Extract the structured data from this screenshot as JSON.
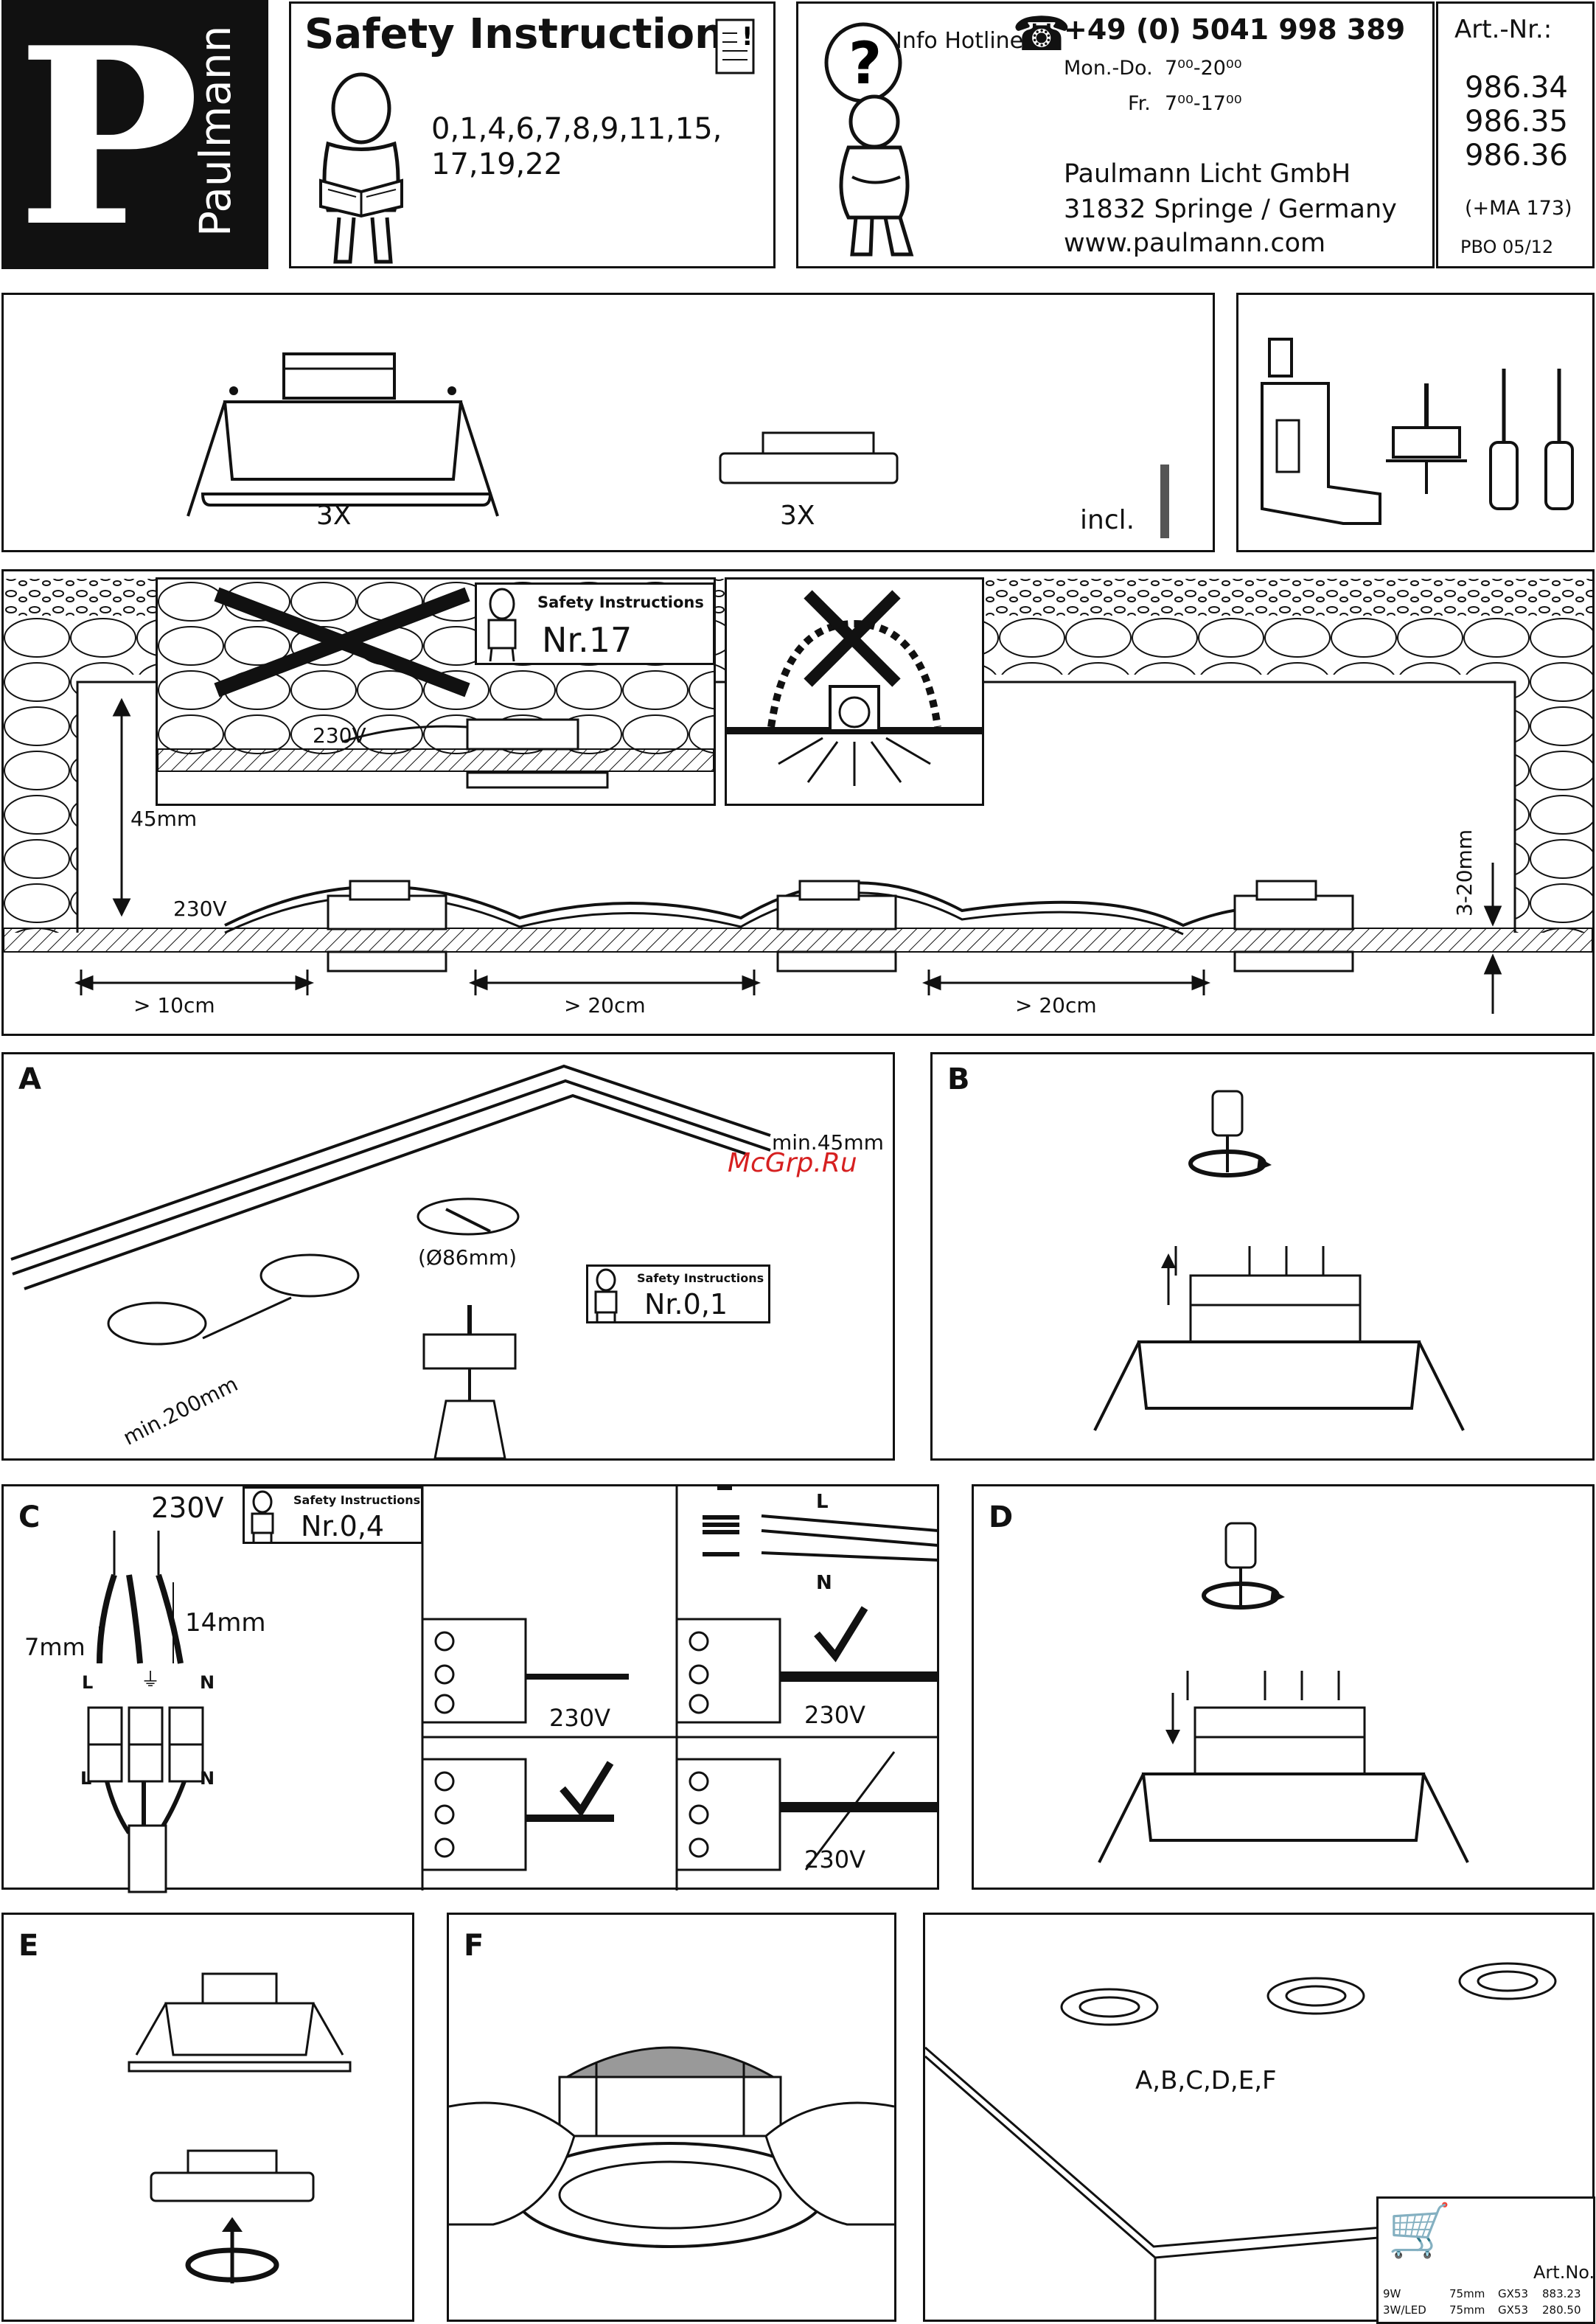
{
  "brand": {
    "logo_letter": "P",
    "name": "Paulmann"
  },
  "safety_header": {
    "title": "Safety Instructions",
    "numbers_line1": "0,1,4,6,7,8,9,11,15,",
    "numbers_line2": "17,19,22"
  },
  "hotline": {
    "label": "Info Hotline",
    "phone": "+49 (0) 5041 998 389",
    "hours_weekday_label": "Mon.-Do.",
    "hours_weekday": "7⁰⁰-20⁰⁰",
    "hours_friday_label": "Fr.",
    "hours_friday": "7⁰⁰-17⁰⁰",
    "company": "Paulmann Licht GmbH",
    "address": "31832 Springe / Germany",
    "website": "www.paulmann.com"
  },
  "article": {
    "label": "Art.-Nr.:",
    "numbers": [
      "986.34",
      "986.35",
      "986.36"
    ],
    "note": "(+MA 173)",
    "code": "PBO  05/12"
  },
  "contents": {
    "qty_luminaire": "3X",
    "qty_driver": "3X",
    "incl_label": "incl."
  },
  "installation": {
    "safety_title": "Safety Instructions",
    "safety_nr": "Nr.17",
    "voltage": "230V",
    "height_label": "45mm",
    "depth_label": "3-20mm",
    "dist_edge": "> 10cm",
    "dist_between_1": "> 20cm",
    "dist_between_2": "> 20cm"
  },
  "step_a": {
    "letter": "A",
    "min_depth": "min.45mm",
    "watermark": "McGrp.Ru",
    "hole_diameter": "(Ø86mm)",
    "min_spacing": "min.200mm",
    "safety_title": "Safety Instructions",
    "safety_nr": "Nr.0,1"
  },
  "step_b": {
    "letter": "B"
  },
  "step_c": {
    "letter": "C",
    "voltage": "230V",
    "safety_title": "Safety Instructions",
    "safety_nr": "Nr.0,4",
    "strip_length": "14mm",
    "strip_end": "7mm",
    "terminal_l": "L",
    "terminal_n": "N",
    "terminal_l2": "L",
    "terminal_n2": "N",
    "wire_l": "L",
    "wire_n": "N",
    "panel_voltage_1": "230V",
    "panel_voltage_2": "230V",
    "panel_voltage_3": "230V"
  },
  "step_d": {
    "letter": "D"
  },
  "step_e": {
    "letter": "E"
  },
  "step_f": {
    "letter": "F"
  },
  "final": {
    "steps_label": "A,B,C,D,E,F",
    "table_header": "Art.No.",
    "rows": [
      {
        "power": "9W",
        "size": "75mm",
        "socket": "GX53",
        "art": "883.23"
      },
      {
        "power": "3W/LED",
        "size": "75mm",
        "socket": "GX53",
        "art": "280.50"
      }
    ]
  }
}
